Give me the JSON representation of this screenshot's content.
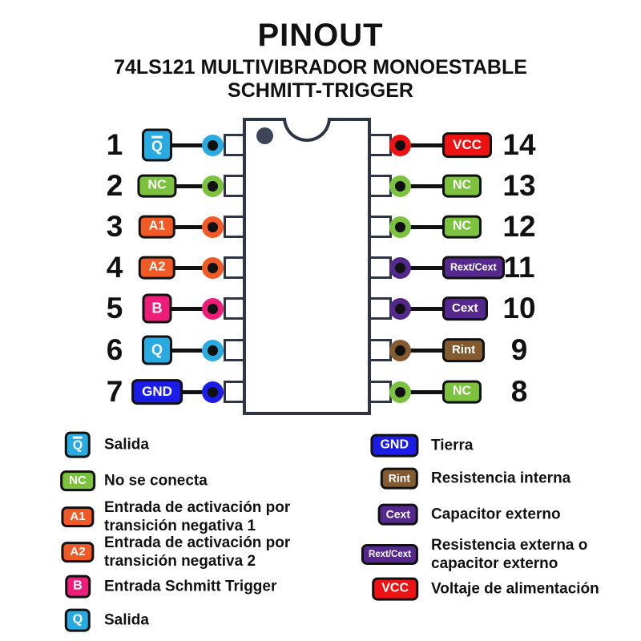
{
  "header": {
    "title": "PINOUT",
    "subtitle_line1": "74LS121 MULTIVIBRADOR MONOESTABLE",
    "subtitle_line2": "SCHMITT-TRIGGER"
  },
  "colors": {
    "blue": "#29abe2",
    "green": "#7cc23f",
    "orange": "#f15a24",
    "pink": "#ed1e79",
    "gnd_blue": "#1c1ce8",
    "red": "#ee1212",
    "purple": "#54288c",
    "brown": "#845a31",
    "chip_border": "#2e3544",
    "pin1_marker": "#3d4556",
    "wire": "#111111"
  },
  "left_pins": [
    {
      "number": "1",
      "label": "Q",
      "overline": true,
      "color": "blue"
    },
    {
      "number": "2",
      "label": "NC",
      "overline": false,
      "color": "green"
    },
    {
      "number": "3",
      "label": "A1",
      "overline": false,
      "color": "orange"
    },
    {
      "number": "4",
      "label": "A2",
      "overline": false,
      "color": "orange"
    },
    {
      "number": "5",
      "label": "B",
      "overline": false,
      "color": "pink"
    },
    {
      "number": "6",
      "label": "Q",
      "overline": false,
      "color": "blue"
    },
    {
      "number": "7",
      "label": "GND",
      "overline": false,
      "color": "gnd_blue"
    }
  ],
  "right_pins": [
    {
      "number": "14",
      "label": "VCC",
      "overline": false,
      "color": "red"
    },
    {
      "number": "13",
      "label": "NC",
      "overline": false,
      "color": "green"
    },
    {
      "number": "12",
      "label": "NC",
      "overline": false,
      "color": "green"
    },
    {
      "number": "11",
      "label": "Rext/Cext",
      "overline": false,
      "color": "purple"
    },
    {
      "number": "10",
      "label": "Cext",
      "overline": false,
      "color": "purple"
    },
    {
      "number": "9",
      "label": "Rint",
      "overline": false,
      "color": "brown"
    },
    {
      "number": "8",
      "label": "NC",
      "overline": false,
      "color": "green"
    }
  ],
  "legend_left": [
    {
      "badge": "Q",
      "overline": true,
      "color": "blue",
      "text": "Salida"
    },
    {
      "badge": "NC",
      "overline": false,
      "color": "green",
      "text": "No se conecta"
    },
    {
      "badge": "A1",
      "overline": false,
      "color": "orange",
      "text": "Entrada de activación por\ntransición negativa 1"
    },
    {
      "badge": "A2",
      "overline": false,
      "color": "orange",
      "text": "Entrada de activación por\ntransición negativa 2"
    },
    {
      "badge": "B",
      "overline": false,
      "color": "pink",
      "text": "Entrada Schmitt Trigger"
    },
    {
      "badge": "Q",
      "overline": false,
      "color": "blue",
      "text": "Salida"
    }
  ],
  "legend_right": [
    {
      "badge": "GND",
      "overline": false,
      "color": "gnd_blue",
      "text": "Tierra"
    },
    {
      "badge": "Rint",
      "overline": false,
      "color": "brown",
      "text": "Resistencia interna"
    },
    {
      "badge": "Cext",
      "overline": false,
      "color": "purple",
      "text": "Capacitor externo"
    },
    {
      "badge": "Rext/Cext",
      "overline": false,
      "color": "purple",
      "text": "Resistencia externa o\ncapacitor externo"
    },
    {
      "badge": "VCC",
      "overline": false,
      "color": "red",
      "text": "Voltaje de alimentación"
    }
  ]
}
